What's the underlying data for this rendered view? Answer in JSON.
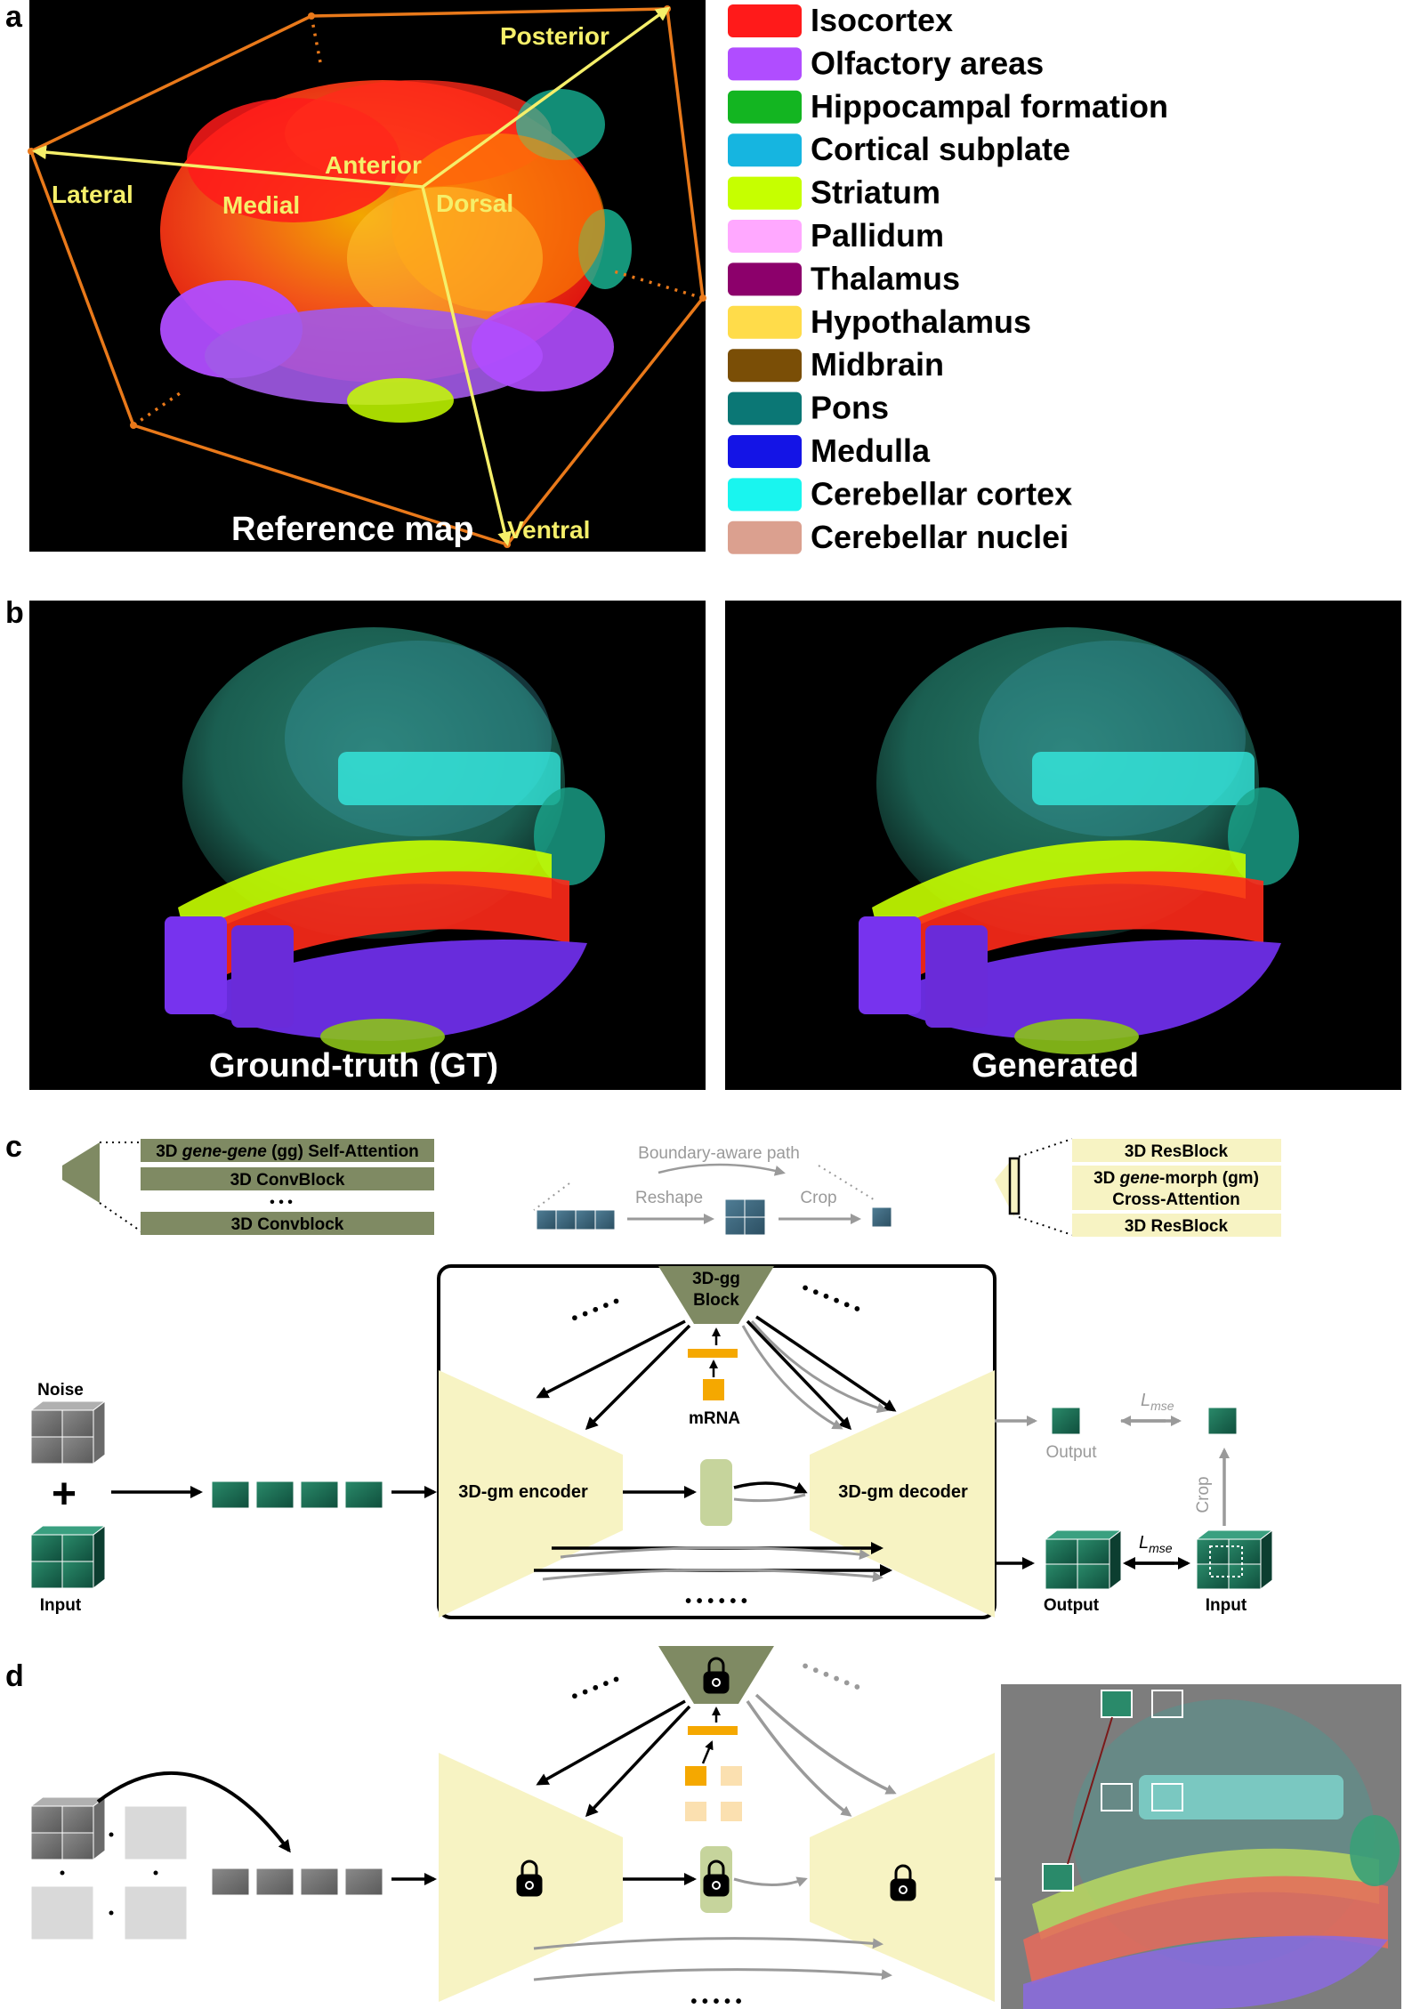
{
  "panel_letters": {
    "a": "a",
    "b": "b",
    "c": "c",
    "d": "d"
  },
  "panel_a": {
    "axes": {
      "posterior": "Posterior",
      "anterior": "Anterior",
      "lateral": "Lateral",
      "medial": "Medial",
      "dorsal": "Dorsal",
      "ventral": "Ventral"
    },
    "caption": "Reference map",
    "legend": [
      {
        "label": "Isocortex",
        "color": "#ff1a1a"
      },
      {
        "label": "Olfactory areas",
        "color": "#b04dff"
      },
      {
        "label": "Hippocampal formation",
        "color": "#13b521"
      },
      {
        "label": "Cortical subplate",
        "color": "#16b5e0"
      },
      {
        "label": "Striatum",
        "color": "#c6ff00"
      },
      {
        "label": "Pallidum",
        "color": "#ffa8ff"
      },
      {
        "label": "Thalamus",
        "color": "#8c006b"
      },
      {
        "label": "Hypothalamus",
        "color": "#ffdc4a"
      },
      {
        "label": "Midbrain",
        "color": "#7a4e06"
      },
      {
        "label": "Pons",
        "color": "#0b7775"
      },
      {
        "label": "Medulla",
        "color": "#1414e6"
      },
      {
        "label": "Cerebellar cortex",
        "color": "#19f5ef"
      },
      {
        "label": "Cerebellar nuclei",
        "color": "#dba08f"
      }
    ]
  },
  "panel_b": {
    "gt_caption": "Ground-truth (GT)",
    "generated_caption": "Generated"
  },
  "panel_c": {
    "gg_block": {
      "row1_pre": "3D ",
      "row1_italic": "gene-gene",
      "row1_post": " (gg) Self-Attention",
      "row2": "3D ConvBlock",
      "dots": "• • •",
      "row3": "3D Convblock"
    },
    "boundary_path": "Boundary-aware path",
    "reshape": "Reshape",
    "crop": "Crop",
    "gm_block": {
      "row1": "3D ResBlock",
      "row2_pre": "3D ",
      "row2_italic": "gene",
      "row2_post": "-morph (gm)",
      "row3": "Cross-Attention",
      "row4": "3D ResBlock"
    },
    "gg_node_line1": "3D-gg",
    "gg_node_line2": "Block",
    "mrna": "mRNA",
    "noise": "Noise",
    "plus": "+",
    "input_left": "Input",
    "encoder": "3D-gm encoder",
    "decoder": "3D-gm decoder",
    "output_top": "Output",
    "lmse_top": "L",
    "lmse_sub": "mse",
    "output_bottom": "Output",
    "input_right": "Input",
    "crop_vertical": "Crop"
  }
}
